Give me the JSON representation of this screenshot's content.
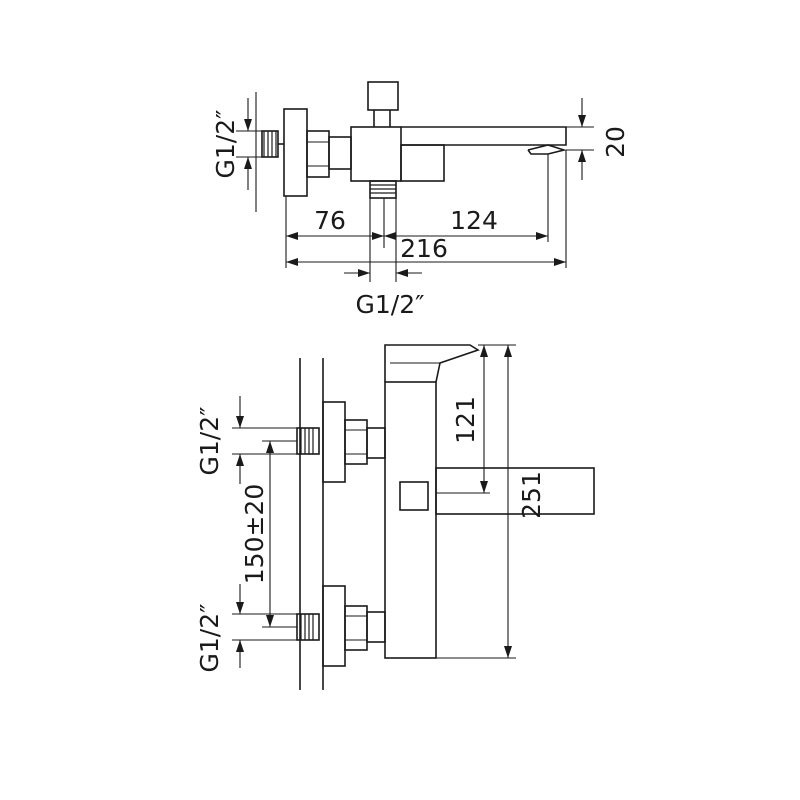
{
  "labels": {
    "top_thread_side": "G1/2″",
    "dim_76": "76",
    "dim_124": "124",
    "dim_216": "216",
    "dim_20": "20",
    "top_thread_bottom": "G1/2″",
    "side_thread_upper": "G1/2″",
    "side_thread_lower": "G1/2″",
    "dim_150": "150±20",
    "dim_121": "121",
    "dim_251": "251"
  },
  "colors": {
    "line": "#1a1a1a",
    "background": "#ffffff"
  }
}
